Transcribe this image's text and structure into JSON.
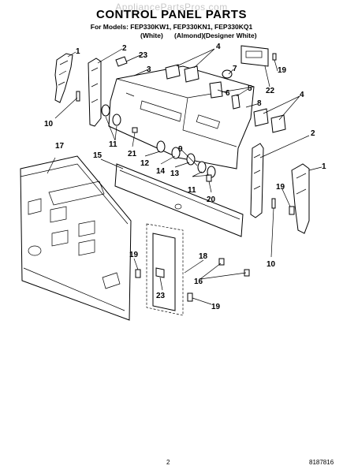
{
  "header": {
    "watermark": "AppliancePartsPros.com",
    "title": "CONTROL PANEL PARTS",
    "models_line": "For Models: FEP330KW1, FEP330KN1, FEP330KQ1",
    "colors": [
      "(White)",
      "(Almond)",
      "(Designer White)"
    ]
  },
  "callouts": {
    "c1a": "1",
    "c2a": "2",
    "c23a": "23",
    "c3": "3",
    "c4a": "4",
    "c7": "7",
    "c19a": "19",
    "c22": "22",
    "c5": "5",
    "c6": "6",
    "c8": "8",
    "c4b": "4",
    "c10a": "10",
    "c11a": "11",
    "c21": "21",
    "c12": "12",
    "c14": "14",
    "c13": "13",
    "c9": "9",
    "c11b": "11",
    "c20": "20",
    "c2b": "2",
    "c17": "17",
    "c15": "15",
    "c1b": "1",
    "c19b": "19",
    "c10b": "10",
    "c19c": "19",
    "c18": "18",
    "c16": "16",
    "c23b": "23",
    "c19d": "19"
  },
  "footer": {
    "page": "2",
    "doc_number": "8187816"
  }
}
